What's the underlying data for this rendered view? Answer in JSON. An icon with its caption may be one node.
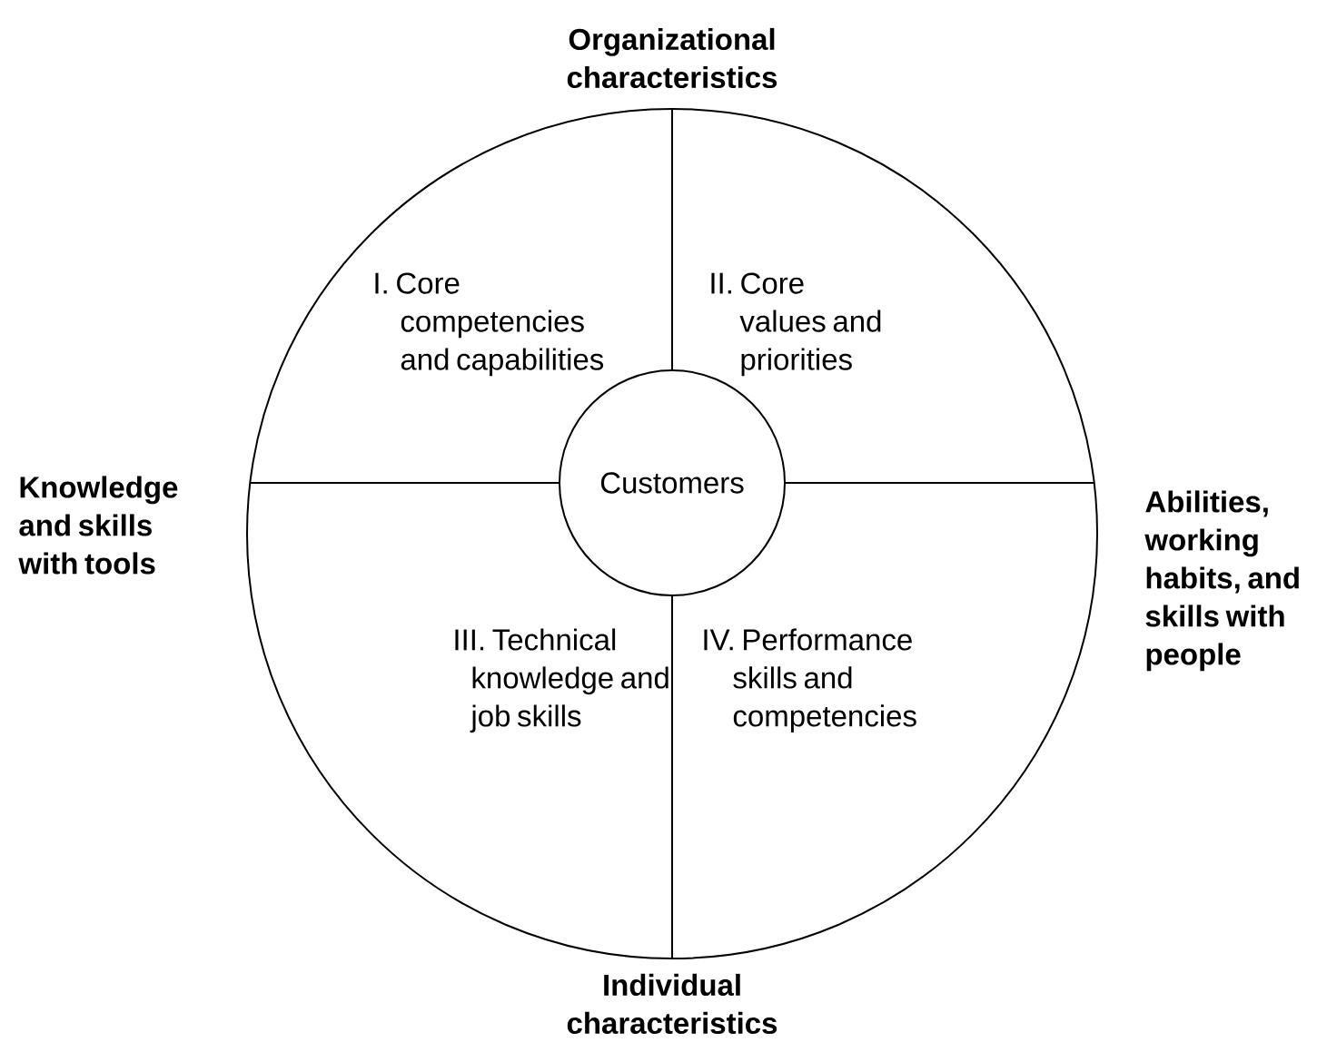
{
  "diagram": {
    "nodes": [
      {
        "text": [],
        "shape": "circle"
      },
      {
        "text": [
          "Customers"
        ],
        "in": 0
      }
    ],
    "labels": [
      "Organizational characteristics",
      "I. Core competencies and capabilities",
      "II. Core values and priorities",
      "Knowledge and skills with tools",
      "Abilities, working habits, and skills with people",
      "III. Technical knowledge and job skills",
      "IV. Performance skills and competencies",
      "Individual characteristics"
    ]
  }
}
